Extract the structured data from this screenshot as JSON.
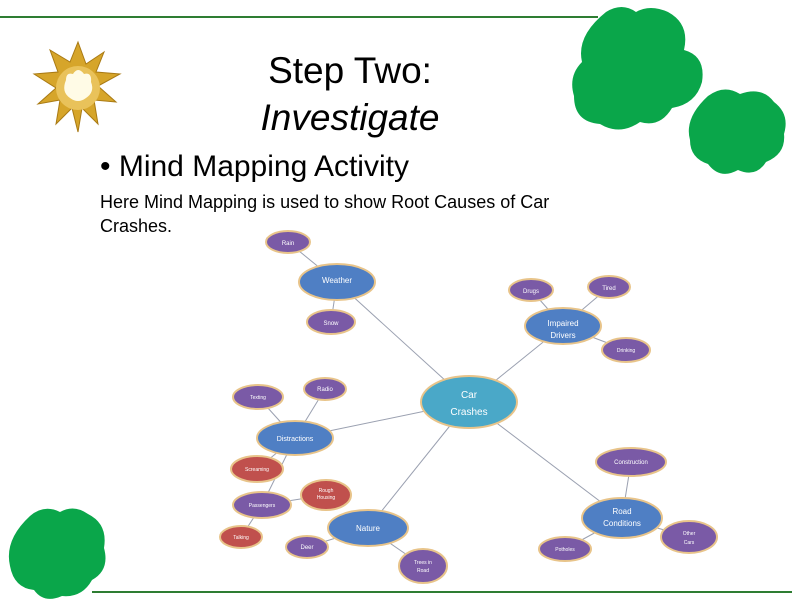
{
  "slide": {
    "title_line1": "Step Two:",
    "title_line2": "Investigate",
    "bullet": "• Mind Mapping Activity",
    "description": "Here Mind Mapping is used to show Root Causes of Car Crashes."
  },
  "colors": {
    "accent_green": "#0aa64a",
    "rule_green": "#2e7d32",
    "center_node": "#4aa8c8",
    "main_node": "#4f7fc4",
    "sub_node": "#7a5aa6",
    "red_node": "#c0504d"
  },
  "mind_map": {
    "center": "Car Crashes",
    "nodes": {
      "rain": "Rain",
      "weather": "Weather",
      "snow": "Snow",
      "drugs": "Drugs",
      "tired": "Tired",
      "impaired": "Impaired Drivers",
      "drinking": "Drinking",
      "radio": "Radio",
      "texting": "Texting",
      "distractions": "Distractions",
      "screaming": "Screaming",
      "rough_housing": "Rough Housing",
      "passengers": "Passengers",
      "talking": "Talking",
      "deer": "Deer",
      "nature": "Nature",
      "trees": "Trees in Road",
      "construction": "Construction",
      "road_conditions": "Road Conditions",
      "other_cars": "Other Cars",
      "potholes": "Potholes"
    }
  }
}
